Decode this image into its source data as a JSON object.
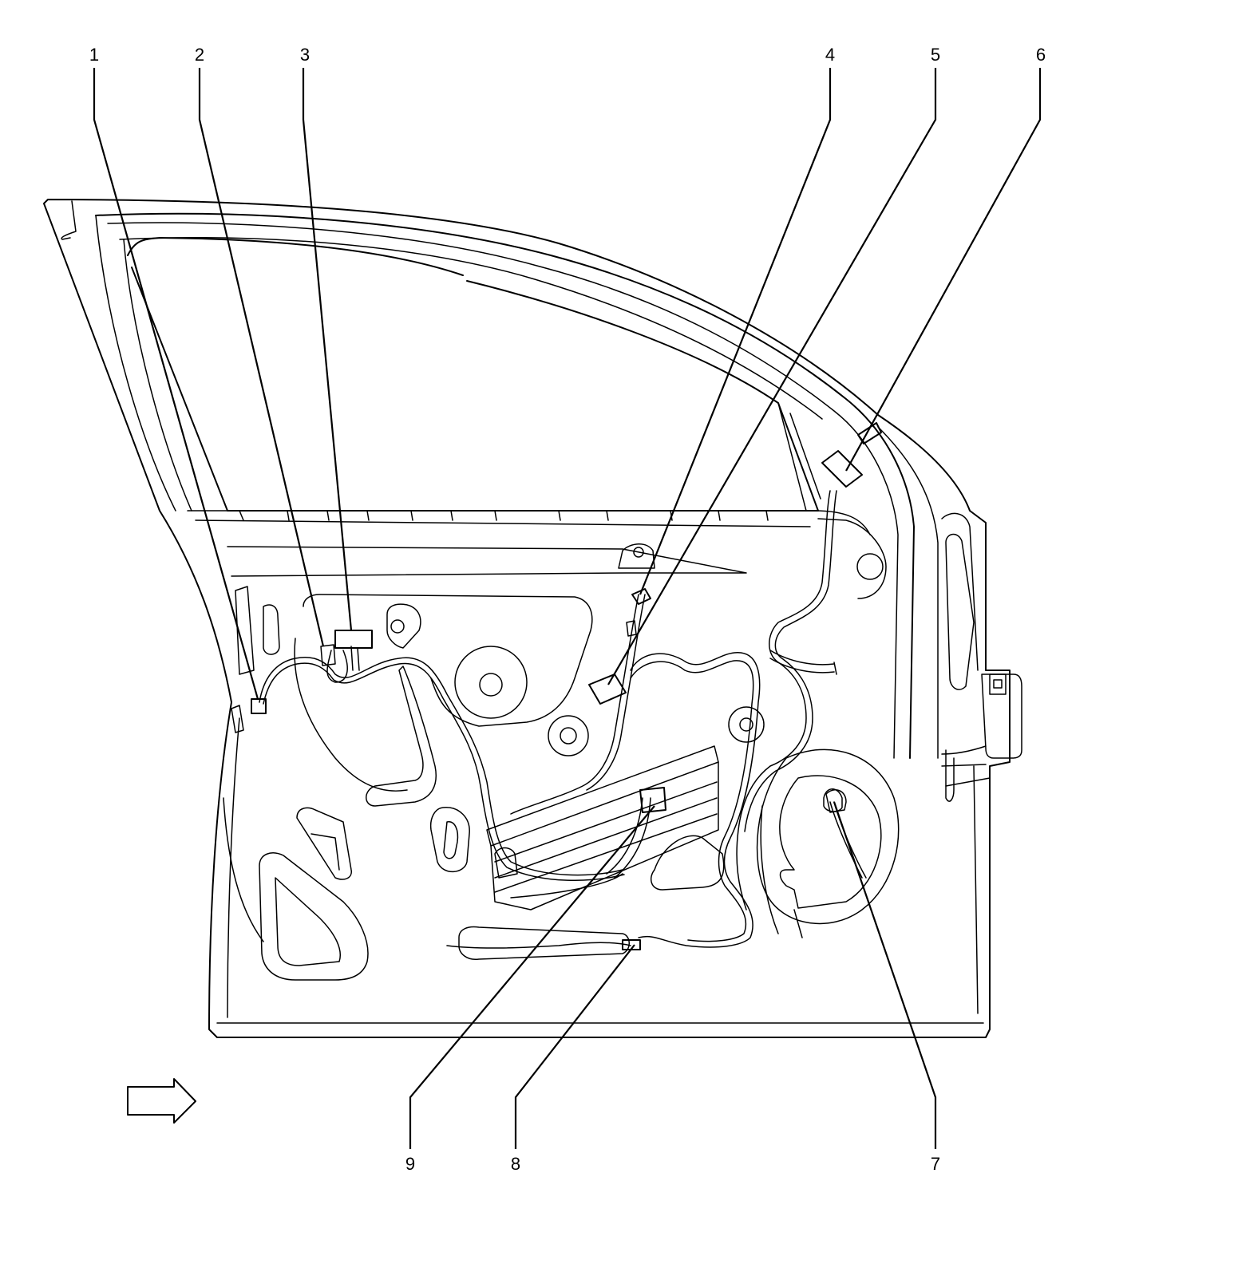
{
  "diagram": {
    "callouts_top": [
      {
        "id": "callout-1",
        "label": "1"
      },
      {
        "id": "callout-2",
        "label": "2"
      },
      {
        "id": "callout-3",
        "label": "3"
      },
      {
        "id": "callout-4",
        "label": "4"
      },
      {
        "id": "callout-5",
        "label": "5"
      },
      {
        "id": "callout-6",
        "label": "6"
      }
    ],
    "callouts_bottom": [
      {
        "id": "callout-9",
        "label": "9"
      },
      {
        "id": "callout-8",
        "label": "8"
      },
      {
        "id": "callout-7",
        "label": "7"
      }
    ],
    "direction_arrow": "vehicle-front-direction-arrow",
    "colors": {
      "line": "#000000",
      "background": "#ffffff"
    }
  }
}
